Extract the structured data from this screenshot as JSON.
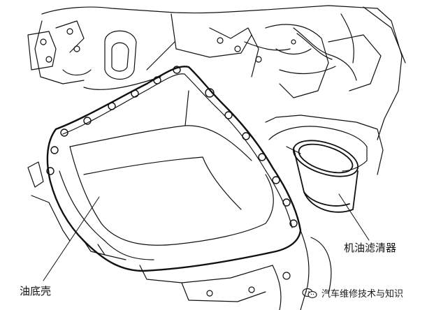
{
  "diagram": {
    "labels": {
      "oil_pan": "油底壳",
      "oil_filter": "机油滤清器"
    },
    "watermark": {
      "text": "汽车维修技术与知识",
      "icon": "wechat-logo-icon"
    },
    "colors": {
      "ink": "#111111",
      "background": "#ffffff"
    }
  }
}
